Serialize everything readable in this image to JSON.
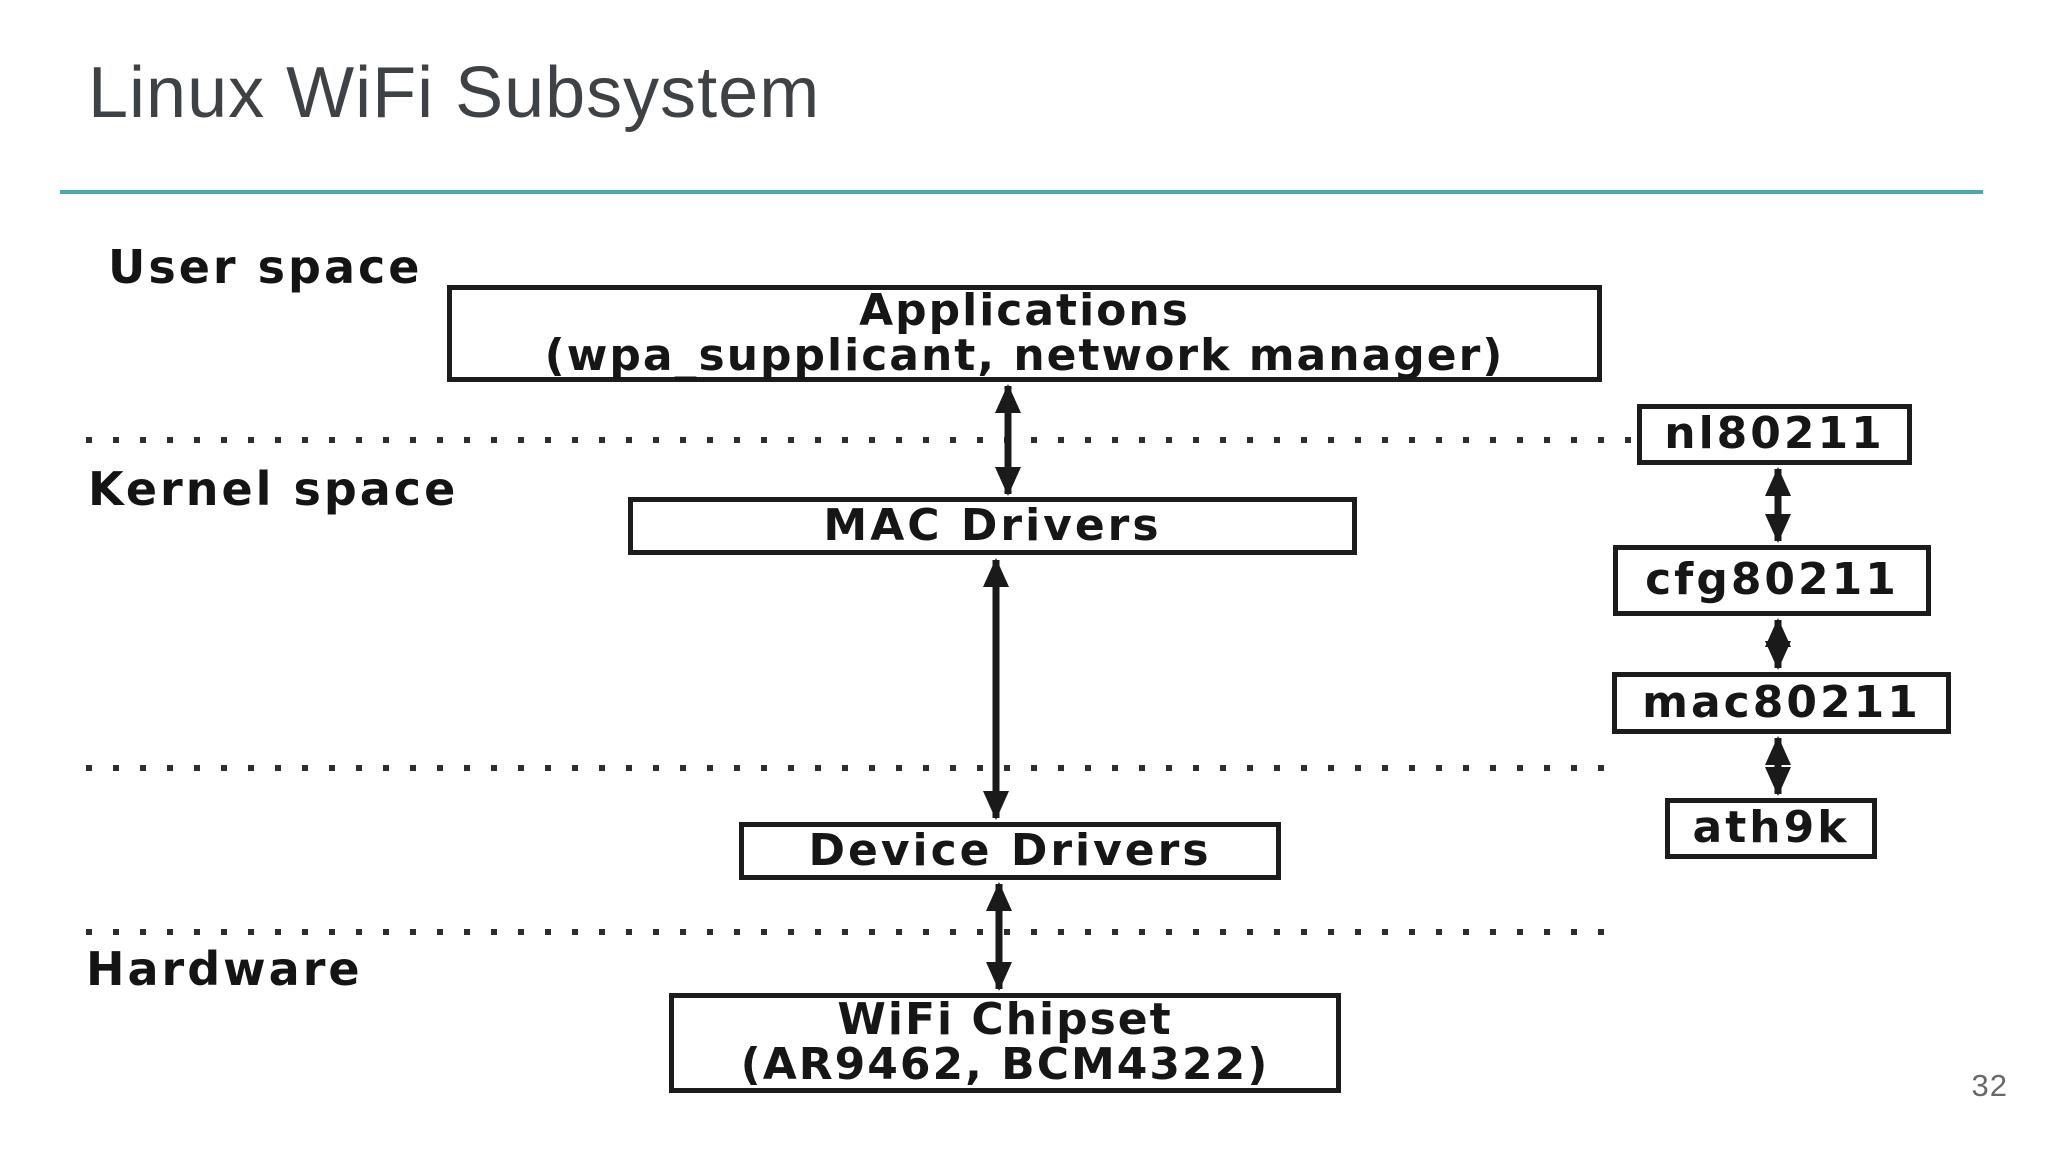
{
  "slide": {
    "title": "Linux WiFi Subsystem",
    "page_number": "32",
    "accent_color": "#4ca7aa",
    "title_color": "#3f4245"
  },
  "diagram": {
    "layers": [
      {
        "label": "User space"
      },
      {
        "label": "Kernel space"
      },
      {
        "label": "Hardware"
      }
    ],
    "boxes": [
      {
        "id": "applications",
        "lines": [
          "Applications",
          "(wpa_supplicant, network manager)"
        ]
      },
      {
        "id": "mac-drivers",
        "lines": [
          "MAC Drivers"
        ]
      },
      {
        "id": "device-drivers",
        "lines": [
          "Device Drivers"
        ]
      },
      {
        "id": "wifi-chipset",
        "lines": [
          "WiFi Chipset",
          "(AR9462, BCM4322)"
        ]
      },
      {
        "id": "nl80211",
        "lines": [
          "nl80211"
        ]
      },
      {
        "id": "cfg80211",
        "lines": [
          "cfg80211"
        ]
      },
      {
        "id": "mac80211",
        "lines": [
          "mac80211"
        ]
      },
      {
        "id": "ath9k",
        "lines": [
          "ath9k"
        ]
      }
    ],
    "connections": [
      "applications-mac-drivers",
      "mac-drivers-device-drivers",
      "device-drivers-wifi-chipset",
      "nl80211-cfg80211",
      "cfg80211-mac80211",
      "mac80211-ath9k"
    ]
  }
}
